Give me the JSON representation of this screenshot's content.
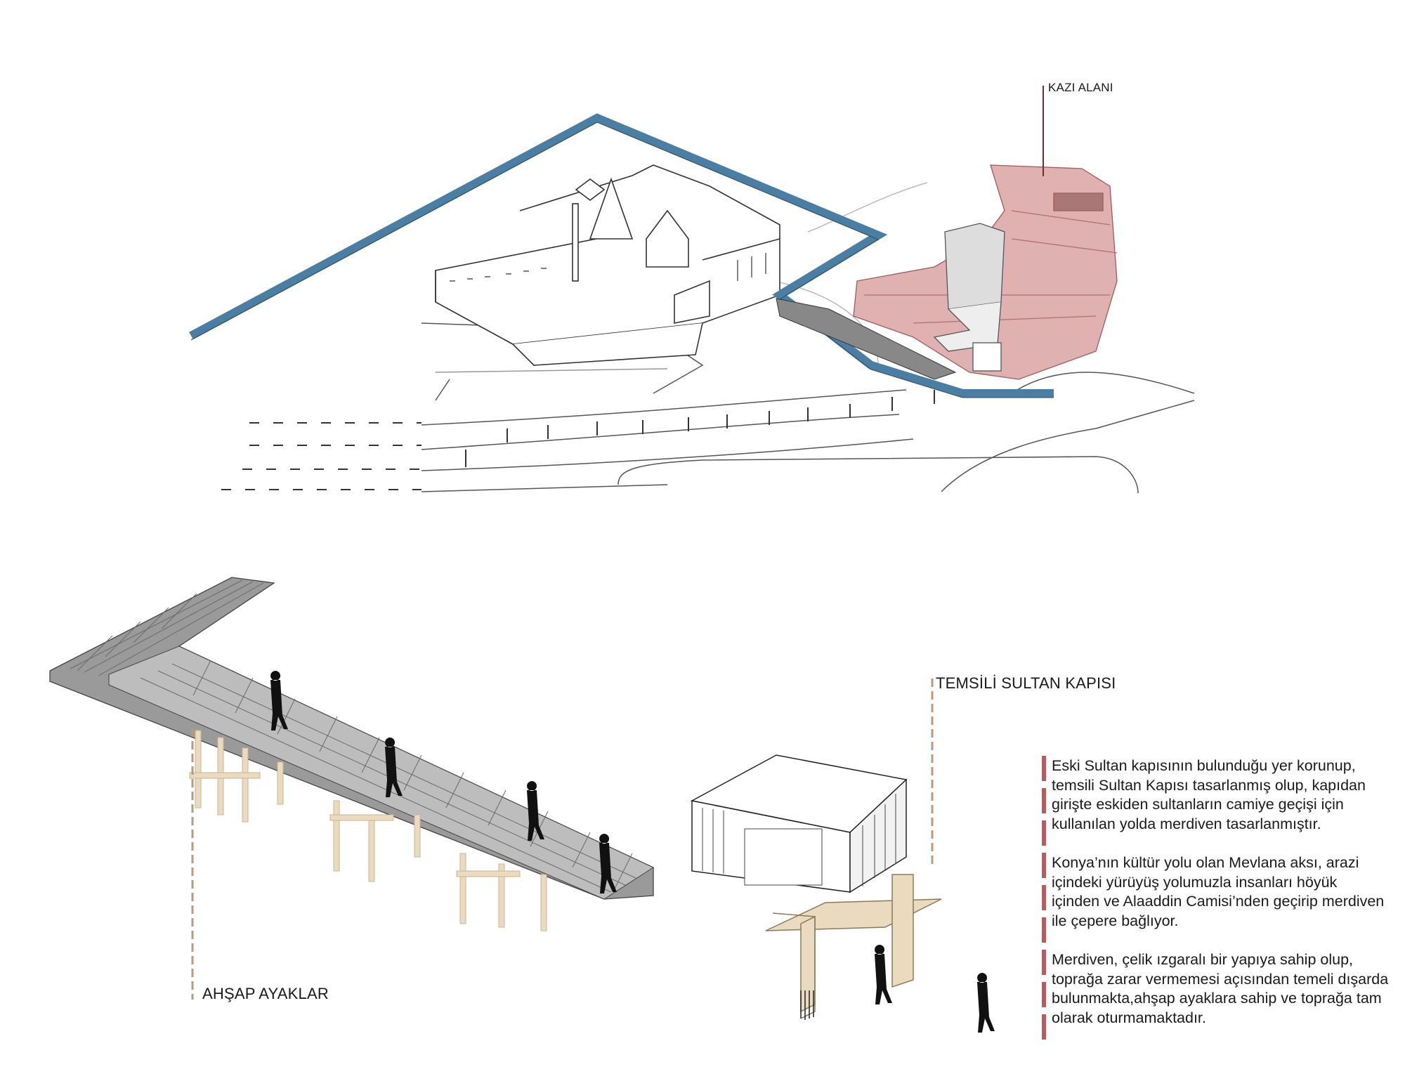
{
  "labels": {
    "excavation_area": "KAZI ALANI",
    "wooden_legs": "AHŞAP AYAKLAR",
    "sultan_gate": "TEMSİLİ SULTAN KAPISI"
  },
  "description": {
    "paragraphs": [
      "Eski Sultan kapısının bulunduğu yer korunup, temsili Sultan Kapısı tasarlanmış olup, kapıdan girişte eskiden sultanların camiye geçişi için kullanılan yolda merdiven tasarlanmıştır.",
      "Konya’nın kültür yolu olan Mevlana aksı, arazi içindeki yürüyüş yolumuzla insanları höyük içinden ve Alaaddin Camisi’nden geçirip merdiven ile çepere bağlıyor.",
      "Merdiven, çelik ızgaralı bir yapıya sahip olup, toprağa zarar vermemesi açısından temeli dışarda bulunmakta,ahşap ayaklara sahip ve toprağa tam olarak oturmamaktadır."
    ]
  },
  "colors": {
    "wall_blue": "#4a7fa3",
    "excavation_pink": "#d9a3a3",
    "accent_red": "#b85a5e",
    "wood": "#eadbc0"
  }
}
